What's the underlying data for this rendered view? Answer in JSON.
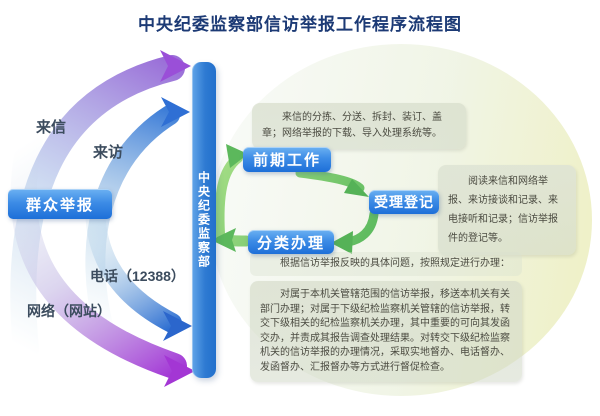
{
  "title": "中央纪委监察部信访举报工作程序流程图",
  "source": {
    "label": "群众举报"
  },
  "channels": [
    {
      "label": "来信"
    },
    {
      "label": "来访"
    },
    {
      "label": "电话（12388）"
    },
    {
      "label": "网络（网站）"
    }
  ],
  "authority_bar": {
    "label": "中央纪委监察部"
  },
  "steps": [
    {
      "label": "前期工作",
      "note": "来信的分拣、分送、拆封、装订、盖章；网络举报的下载、导入处理系统等。"
    },
    {
      "label": "受理登记",
      "note": "阅读来信和网络举报、来访接谈和记录、来电接听和记录；信访举报件的登记等。"
    },
    {
      "label": "分类办理",
      "note_intro": "根据信访举报反映的具体问题，按照规定进行办理：",
      "note_detail": "对属于本机关管辖范围的信访举报，移送本机关有关部门办理；对属于下级纪检监察机关管辖的信访举报，转交下级相关的纪检监察机关办理，其中重要的可向其发函交办，并责成其报告调查处理结果。对转交下级纪检监察机关的信访举报的办理情况，采取实地督办、电话督办、发函督办、汇报督办等方式进行督促检查。"
    }
  ],
  "colors": {
    "accent_blue": "#2273d2",
    "flow_green": "#5cb85c",
    "arrow_purple": "#9a45d6",
    "title_navy": "#1c3a75"
  }
}
